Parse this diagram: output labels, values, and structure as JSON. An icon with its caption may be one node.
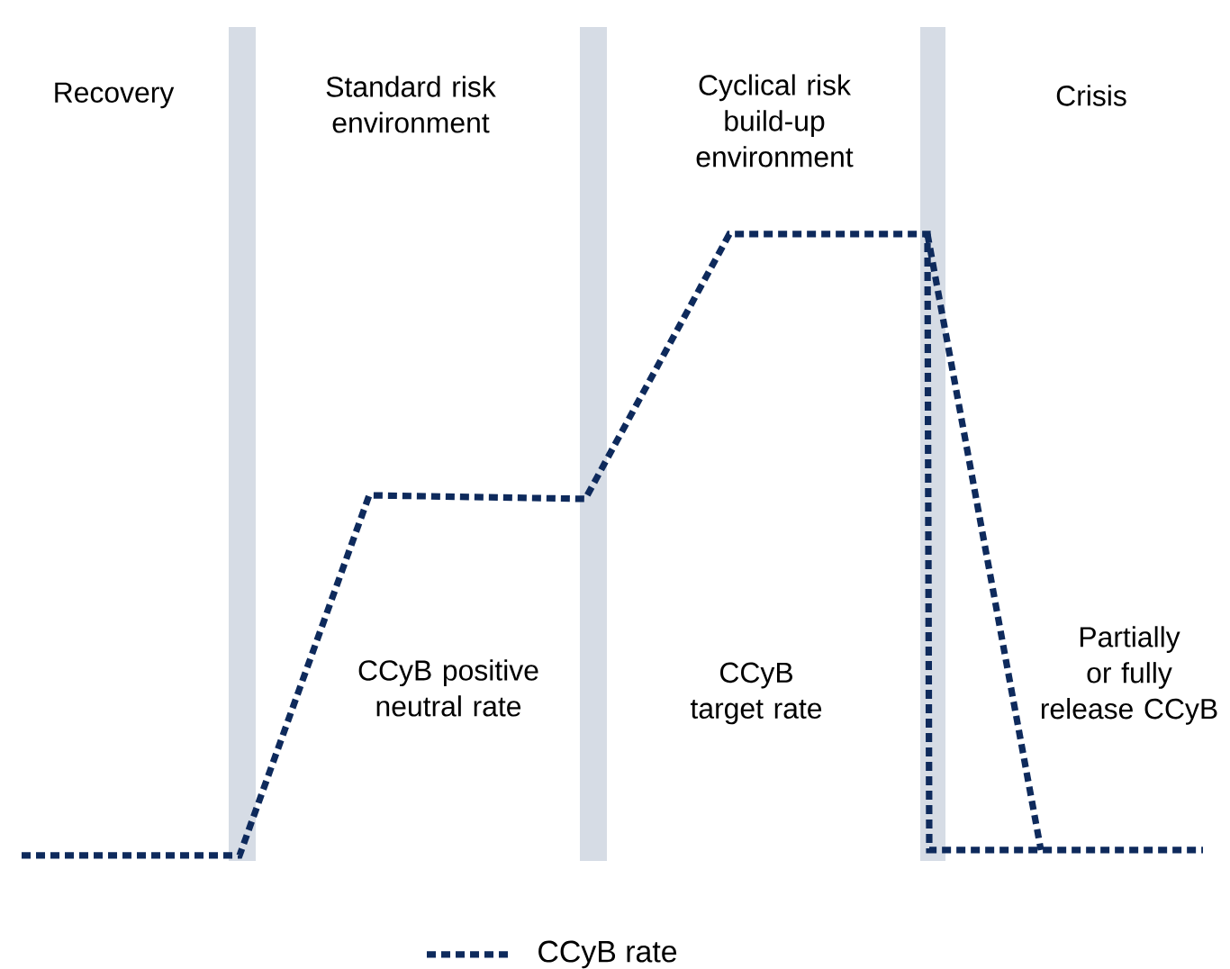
{
  "diagram": {
    "labels": [
      "Recovery",
      "Standard risk environment",
      "Cyclical risk build-up environment",
      "Crisis",
      "CCyB positive neutral rate",
      "CCyB target rate",
      "Partially or fully release CCyB"
    ],
    "legend": [
      {
        "text": "CCyB rate"
      }
    ]
  }
}
